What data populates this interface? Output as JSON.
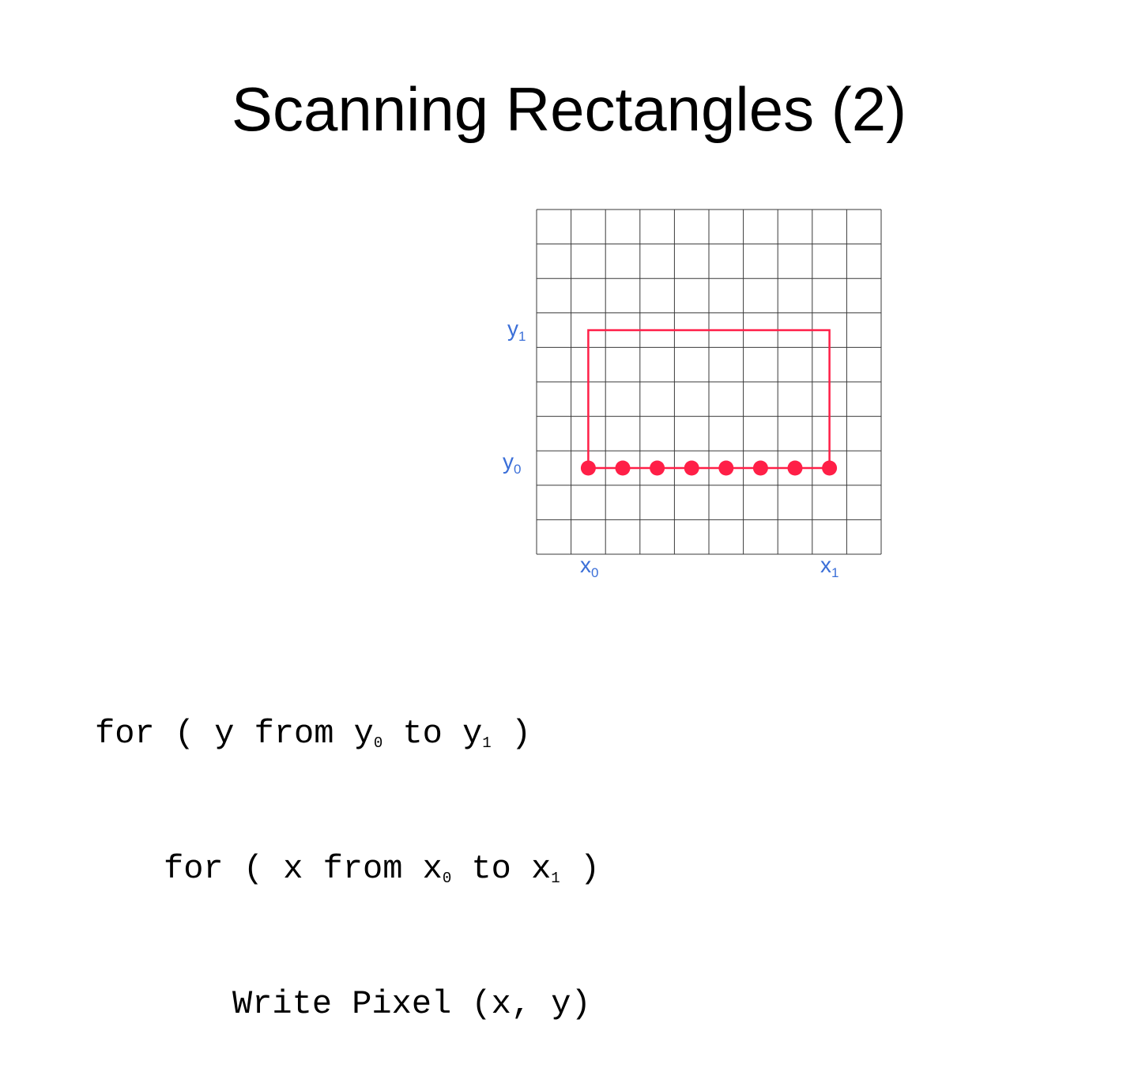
{
  "slide": {
    "title": "Scanning Rectangles (2)"
  },
  "diagram": {
    "grid_columns": 10,
    "grid_rows": 10,
    "rect_color": "#ff1f47",
    "grid_color": "#3a3a3a",
    "label_color": "#3b6fd8",
    "labels": {
      "y1": {
        "base": "y",
        "sub": "1"
      },
      "y0": {
        "base": "y",
        "sub": "0"
      },
      "x0": {
        "base": "x",
        "sub": "0"
      },
      "x1": {
        "base": "x",
        "sub": "1"
      }
    },
    "pixel_dot_count": 8
  },
  "code": {
    "line1": {
      "pre": "for ( y from y",
      "sub_a": "0",
      "mid": " to y",
      "sub_b": "1",
      "post": " )"
    },
    "line2": {
      "pre": "for ( x from x",
      "sub_a": "0",
      "mid": " to x",
      "sub_b": "1",
      "post": " )"
    },
    "line3": {
      "text": "Write Pixel (x, y)"
    }
  }
}
